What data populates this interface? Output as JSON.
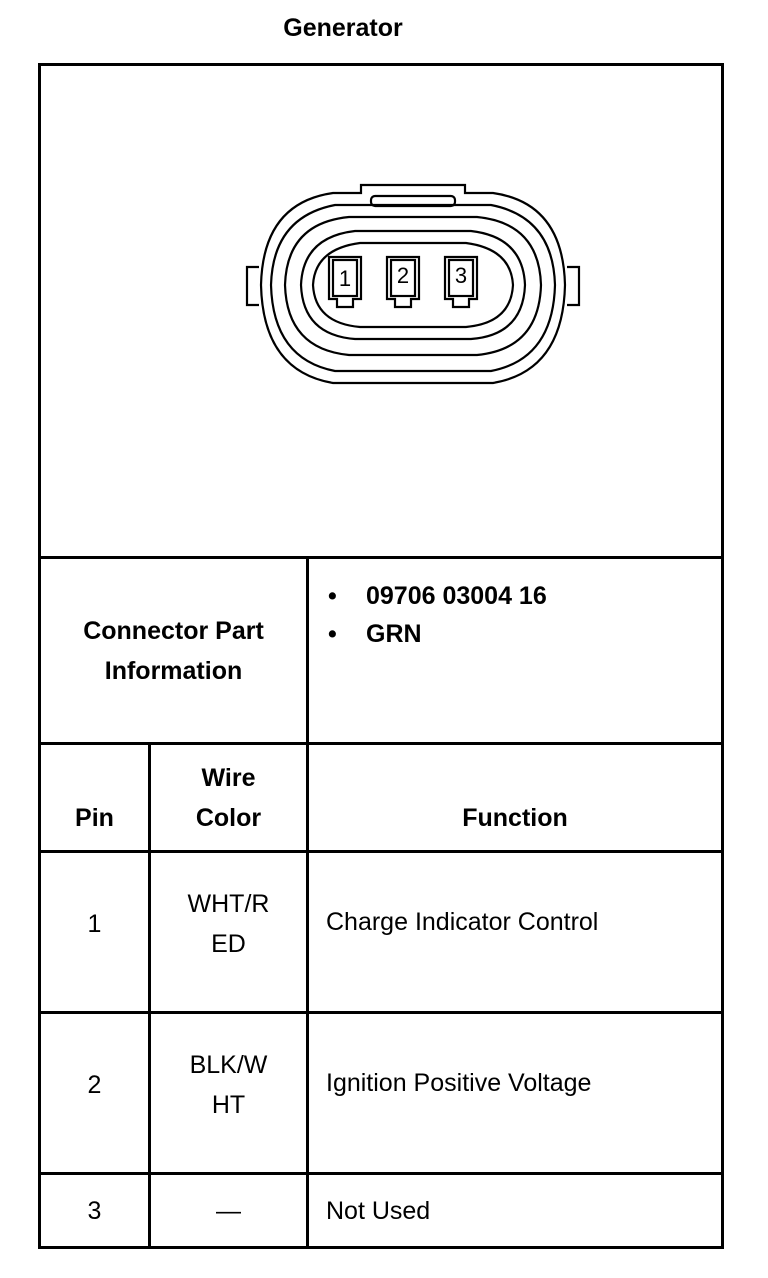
{
  "title": "Generator",
  "connector": {
    "pin_labels": [
      "1",
      "2",
      "3"
    ]
  },
  "part_info": {
    "label_line1": "Connector Part",
    "label_line2": "Information",
    "items": [
      "09706 03004 16",
      "GRN"
    ]
  },
  "table": {
    "headers": {
      "pin": "Pin",
      "wire_color_line1": "Wire",
      "wire_color_line2": "Color",
      "function": "Function"
    },
    "rows": [
      {
        "pin": "1",
        "color_line1": "WHT/R",
        "color_line2": "ED",
        "function": "Charge Indicator Control"
      },
      {
        "pin": "2",
        "color_line1": "BLK/W",
        "color_line2": "HT",
        "function": "Ignition Positive Voltage"
      },
      {
        "pin": "3",
        "color_line1": "—",
        "color_line2": "",
        "function": "Not Used"
      }
    ]
  }
}
